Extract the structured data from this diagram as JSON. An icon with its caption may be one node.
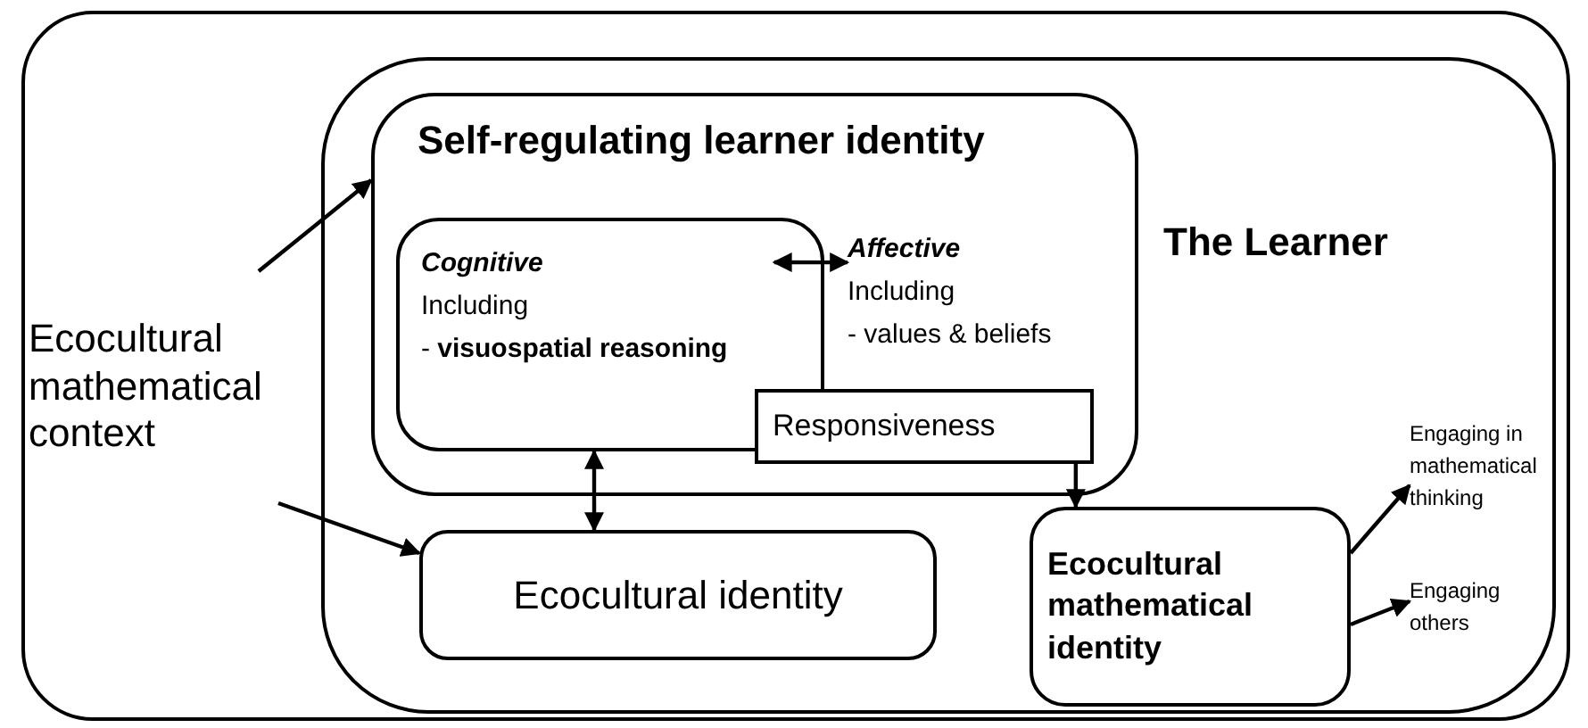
{
  "diagram": {
    "nodes": [
      {
        "text": [],
        "shape": "box"
      },
      {
        "text": [
          "Ecocultural mathematical context"
        ],
        "in": 0
      },
      {
        "text": [
          "The Learner"
        ],
        "in": 0
      },
      {
        "text": [
          "Self-regulating learner identity"
        ],
        "in": 2
      },
      {
        "text": [
          "Cognitive",
          "Including",
          "- **visuospatial reasoning**"
        ],
        "in": 3
      },
      {
        "text": [
          "Affective",
          "Including",
          "- values & beliefs"
        ],
        "in": 3
      },
      {
        "text": [
          "Responsiveness"
        ],
        "in": 3
      },
      {
        "text": [
          "Ecocultural identity"
        ],
        "in": 2
      },
      {
        "text": [
          "Ecocultural mathematical identity"
        ],
        "in": 2
      },
      {
        "text": [
          "Engaging in mathematical thinking"
        ],
        "in": 2
      },
      {
        "text": [
          "Engaging others"
        ],
        "in": 2
      }
    ],
    "edges": [
      {
        "from": 1,
        "to": 3,
        "arrow": "to"
      },
      {
        "from": 1,
        "to": 7,
        "arrow": "to"
      },
      {
        "from": 4,
        "to": 5,
        "arrow": "both"
      },
      {
        "from": 4,
        "to": 7,
        "arrow": "both"
      },
      {
        "from": 6,
        "to": 8,
        "arrow": "to"
      },
      {
        "from": 8,
        "to": 9,
        "arrow": "to"
      },
      {
        "from": 8,
        "to": 10,
        "arrow": "to"
      }
    ]
  }
}
